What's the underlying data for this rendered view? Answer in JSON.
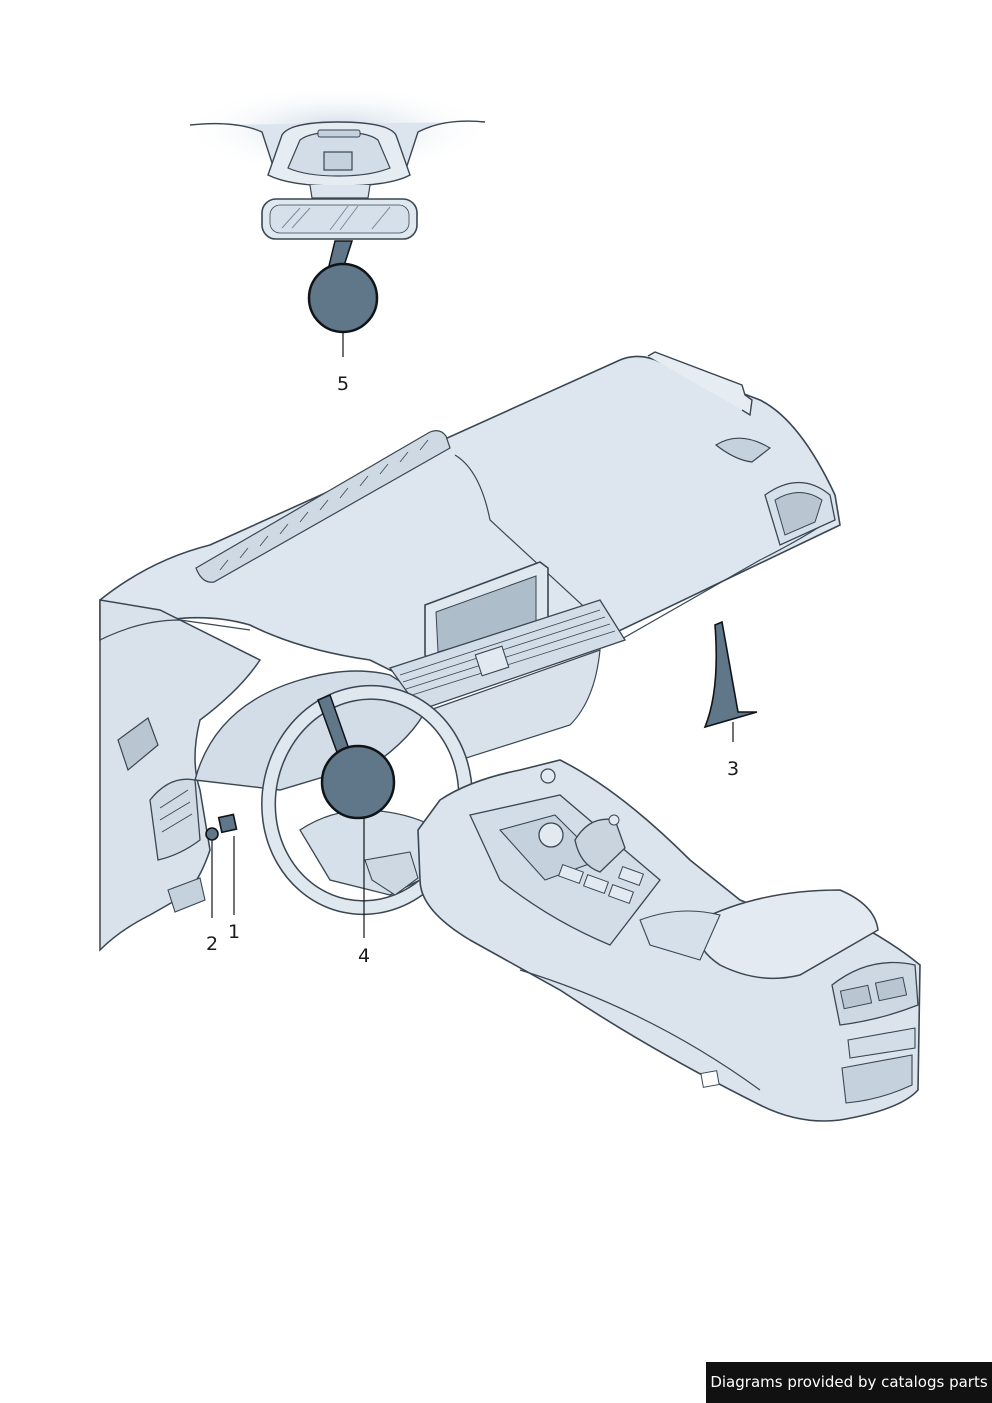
{
  "callouts": {
    "c1": "1",
    "c2": "2",
    "c3": "3",
    "c4": "4",
    "c5": "5"
  },
  "footer": {
    "credit": "Diagrams provided by catalogs parts"
  },
  "colors": {
    "body_fill": "#dce5ee",
    "body_fill_light": "#e8eef4",
    "line": "#3a4652",
    "marker_fill": "#5f7788",
    "marker_stroke": "#101418",
    "credit_bg": "#111111"
  }
}
